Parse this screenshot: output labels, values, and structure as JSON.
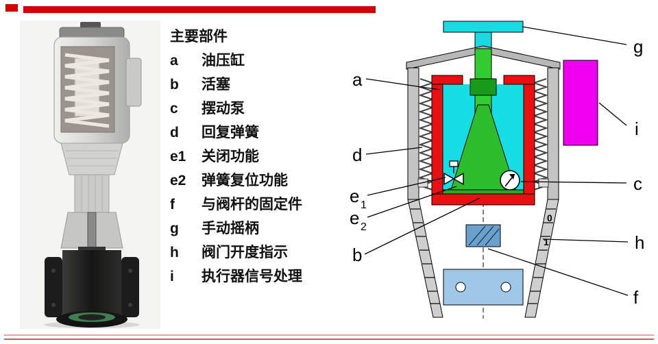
{
  "slide": {
    "accent_color": "#d40000",
    "footer_line_light": "#eda0a0",
    "footer_line_dark": "#cf5b5b"
  },
  "legend": {
    "heading": "主要部件",
    "items": [
      {
        "key": "a",
        "label": "油压缸"
      },
      {
        "key": "b",
        "label": "活塞"
      },
      {
        "key": "c",
        "label": "摆动泵"
      },
      {
        "key": "d",
        "label": "回复弹簧"
      },
      {
        "key": "e1",
        "label": "关闭功能"
      },
      {
        "key": "e2",
        "label": "弹簧复位功能"
      },
      {
        "key": "f",
        "label": "与阀杆的固定件"
      },
      {
        "key": "g",
        "label": "手动摇柄"
      },
      {
        "key": "h",
        "label": "阀门开度指示"
      },
      {
        "key": "i",
        "label": "执行器信号处理"
      }
    ]
  },
  "diagram": {
    "labels_left": [
      {
        "t": "a"
      },
      {
        "t": "d"
      },
      {
        "t": "e",
        "sub": "1"
      },
      {
        "t": "e",
        "sub": "2"
      },
      {
        "t": "b"
      }
    ],
    "labels_right": [
      {
        "t": "g"
      },
      {
        "t": "i"
      },
      {
        "t": "c"
      },
      {
        "t": "h"
      },
      {
        "t": "f"
      }
    ],
    "scale_marks": [
      {
        "t": "0"
      },
      {
        "t": "1"
      }
    ],
    "colors": {
      "housing": "#c4c4c4",
      "cap": "#b8b8b8",
      "cylinder": "#e81010",
      "fluid": "#17dde4",
      "cone": "#2dbd2d",
      "piston_plate": "#2aa82a",
      "shaft": "#33cc33",
      "handle": "#1ad9e3",
      "signal_box": "#ee00ee",
      "stem_block": "#6aa0cc",
      "base_plate": "#9fc8e8",
      "skirt": "#cfcfcf"
    }
  }
}
